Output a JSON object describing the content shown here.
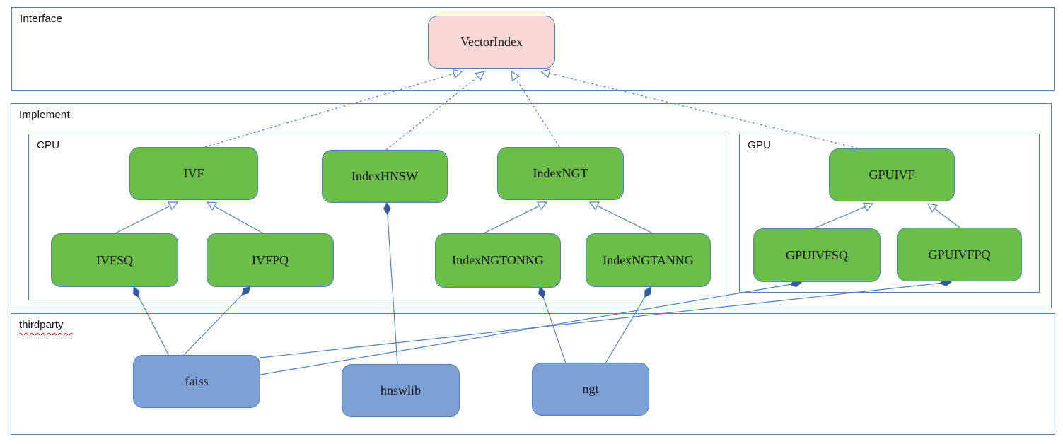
{
  "diagram": {
    "containers": [
      {
        "id": "interface",
        "label": "Interface"
      },
      {
        "id": "implement",
        "label": "Implement"
      },
      {
        "id": "cpu",
        "label": "CPU"
      },
      {
        "id": "gpu",
        "label": "GPU"
      },
      {
        "id": "thirdparty",
        "label": "thirdparty"
      }
    ],
    "nodes": [
      {
        "id": "vectorindex",
        "label": "VectorIndex",
        "kind": "interface"
      },
      {
        "id": "ivf",
        "label": "IVF",
        "kind": "class"
      },
      {
        "id": "indexhnsw",
        "label": "IndexHNSW",
        "kind": "class"
      },
      {
        "id": "indexngt",
        "label": "IndexNGT",
        "kind": "class"
      },
      {
        "id": "ivfsq",
        "label": "IVFSQ",
        "kind": "class"
      },
      {
        "id": "ivfpq",
        "label": "IVFPQ",
        "kind": "class"
      },
      {
        "id": "indexngtonng",
        "label": "IndexNGTONNG",
        "kind": "class"
      },
      {
        "id": "indexngtanng",
        "label": "IndexNGTANNG",
        "kind": "class"
      },
      {
        "id": "gpuivf",
        "label": "GPUIVF",
        "kind": "class"
      },
      {
        "id": "gpuivfsq",
        "label": "GPUIVFSQ",
        "kind": "class"
      },
      {
        "id": "gpuivfpq",
        "label": "GPUIVFPQ",
        "kind": "class"
      },
      {
        "id": "faiss",
        "label": "faiss",
        "kind": "library"
      },
      {
        "id": "hnswlib",
        "label": "hnswlib",
        "kind": "library"
      },
      {
        "id": "ngt",
        "label": "ngt",
        "kind": "library"
      }
    ],
    "edges": [
      {
        "from": "ivf",
        "to": "vectorindex",
        "type": "realization"
      },
      {
        "from": "indexhnsw",
        "to": "vectorindex",
        "type": "realization"
      },
      {
        "from": "indexngt",
        "to": "vectorindex",
        "type": "realization"
      },
      {
        "from": "gpuivf",
        "to": "vectorindex",
        "type": "realization"
      },
      {
        "from": "ivfsq",
        "to": "ivf",
        "type": "inheritance"
      },
      {
        "from": "ivfpq",
        "to": "ivf",
        "type": "inheritance"
      },
      {
        "from": "indexngtonng",
        "to": "indexngt",
        "type": "inheritance"
      },
      {
        "from": "indexngtanng",
        "to": "indexngt",
        "type": "inheritance"
      },
      {
        "from": "gpuivfsq",
        "to": "gpuivf",
        "type": "inheritance"
      },
      {
        "from": "gpuivfpq",
        "to": "gpuivf",
        "type": "inheritance"
      },
      {
        "from": "faiss",
        "to": "ivfsq",
        "type": "composition"
      },
      {
        "from": "faiss",
        "to": "ivfpq",
        "type": "composition"
      },
      {
        "from": "faiss",
        "to": "gpuivfsq",
        "type": "composition"
      },
      {
        "from": "faiss",
        "to": "gpuivfpq",
        "type": "composition"
      },
      {
        "from": "hnswlib",
        "to": "indexhnsw",
        "type": "composition"
      },
      {
        "from": "ngt",
        "to": "indexngtonng",
        "type": "composition"
      },
      {
        "from": "ngt",
        "to": "indexngtanng",
        "type": "composition"
      }
    ],
    "colors": {
      "interface_fill": "#f8d7d5",
      "class_fill": "#6cbe4b",
      "library_fill": "#7da1d5",
      "border_line": "#4f81bd",
      "diamond_fill": "#2e5c9e",
      "spellcheck_squiggle": "#cc0000"
    }
  }
}
